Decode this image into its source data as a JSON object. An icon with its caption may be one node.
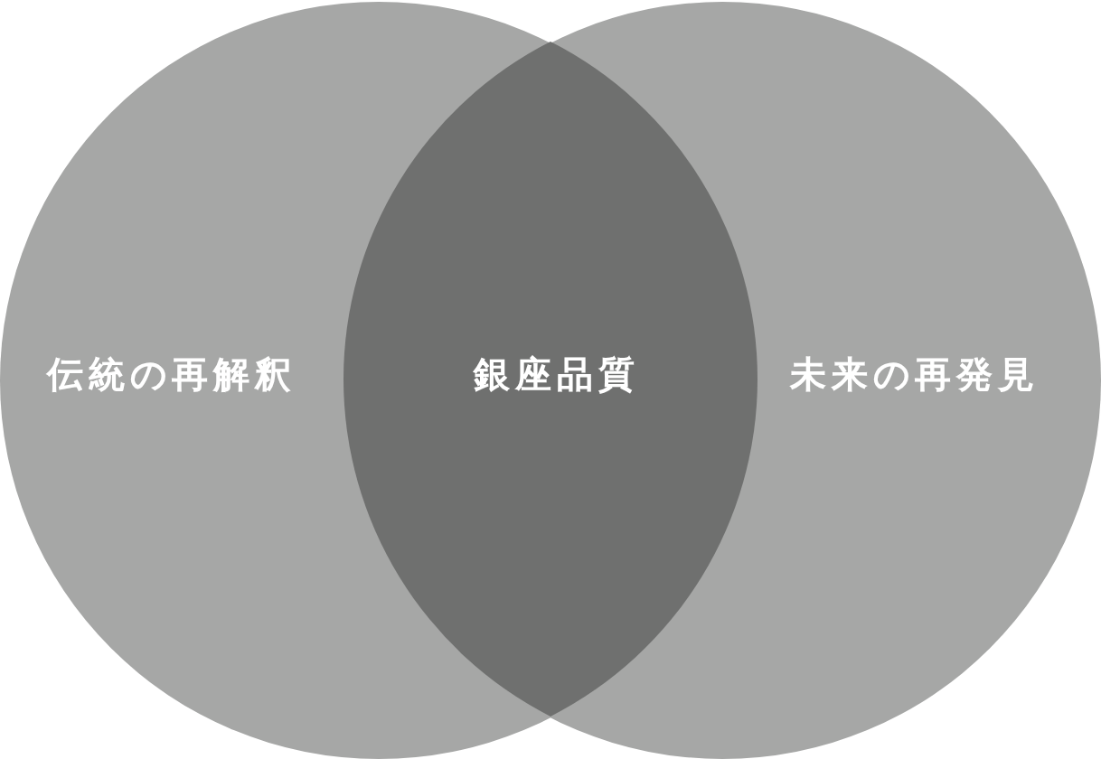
{
  "diagram": {
    "nodes": [
      {
        "text": [
          "伝統の再解釈"
        ]
      },
      {
        "text": [
          "銀座品質"
        ]
      },
      {
        "text": [
          "未来の再発見"
        ]
      }
    ]
  }
}
